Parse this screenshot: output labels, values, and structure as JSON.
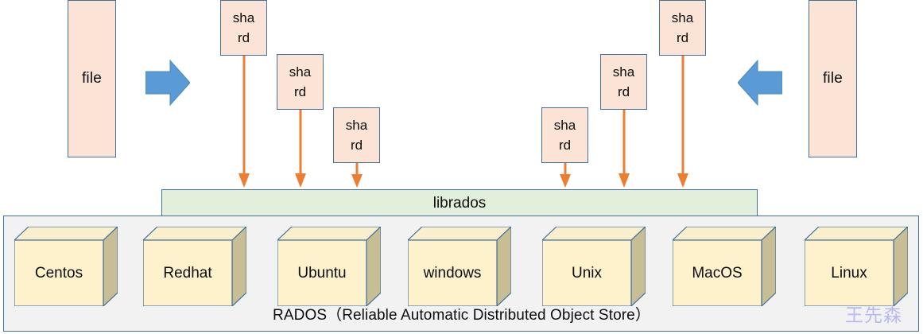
{
  "diagram": {
    "title": "Ceph RADOS file sharding diagram",
    "colors": {
      "file_fill": "#FBE3D6",
      "shard_fill": "#FBE3D6",
      "box_border": "#41719C",
      "blue_arrow": "#5B9BD5",
      "orange_connector": "#ED7D31",
      "librados_fill": "#E2EFDA",
      "rados_fill": "#F2F2F2",
      "cube_front": "#FDF2CC",
      "cube_top": "#FAEFCD",
      "cube_side": "#C8BE96",
      "watermark": "#b9b9f0"
    },
    "files": [
      {
        "label": "file",
        "side": "left"
      },
      {
        "label": "file",
        "side": "right"
      }
    ],
    "split_arrows": [
      {
        "name": "left-split-arrow",
        "direction": "right"
      },
      {
        "name": "right-split-arrow",
        "direction": "left"
      }
    ],
    "shards": [
      {
        "line1": "sha",
        "line2": "rd"
      },
      {
        "line1": "sha",
        "line2": "rd"
      },
      {
        "line1": "sha",
        "line2": "rd"
      },
      {
        "line1": "sha",
        "line2": "rd"
      },
      {
        "line1": "sha",
        "line2": "rd"
      },
      {
        "line1": "sha",
        "line2": "rd"
      }
    ],
    "librados": {
      "label": "librados"
    },
    "rados": {
      "caption": "RADOS（Reliable Automatic Distributed Object Store）",
      "nodes": [
        {
          "label": "Centos"
        },
        {
          "label": "Redhat"
        },
        {
          "label": "Ubuntu"
        },
        {
          "label": "windows"
        },
        {
          "label": "Unix"
        },
        {
          "label": "MacOS"
        },
        {
          "label": "Linux"
        }
      ]
    },
    "watermark": {
      "text": "王先森"
    }
  }
}
